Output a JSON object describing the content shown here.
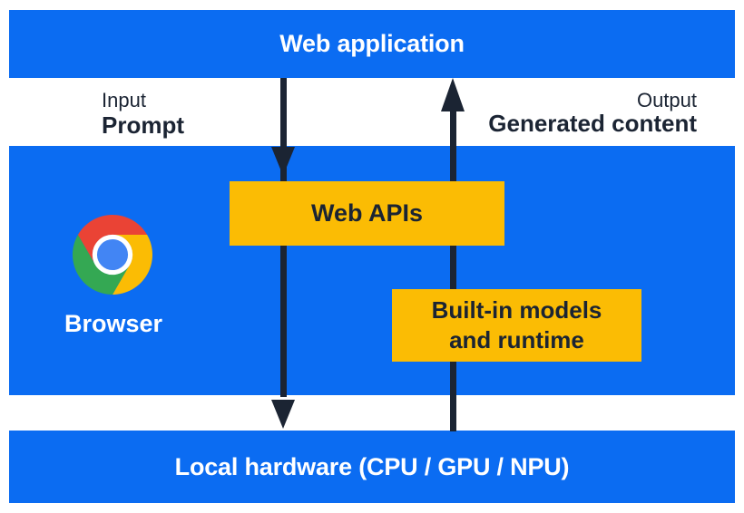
{
  "colors": {
    "band_blue": "#0b6cf2",
    "box_yellow": "#fbbc04",
    "ink_navy": "#1b2433",
    "white": "#ffffff",
    "chrome_red": "#ea4335",
    "chrome_green": "#34a853",
    "chrome_yellow": "#fbbc04",
    "chrome_blue": "#4285f4"
  },
  "top_bar": {
    "label": "Web application"
  },
  "io": {
    "input_label": "Input",
    "input_value": "Prompt",
    "output_label": "Output",
    "output_value": "Generated content"
  },
  "browser": {
    "label": "Browser",
    "logo_icon": "chrome-logo"
  },
  "boxes": {
    "web_apis_label": "Web APIs",
    "builtin_line1": "Built-in models",
    "builtin_line2": "and runtime"
  },
  "bottom_bar": {
    "label": "Local hardware (CPU / GPU / NPU)"
  },
  "arrows": {
    "down_flow": "prompt-to-local-hardware",
    "up_flow": "local-hardware-to-web-application"
  }
}
